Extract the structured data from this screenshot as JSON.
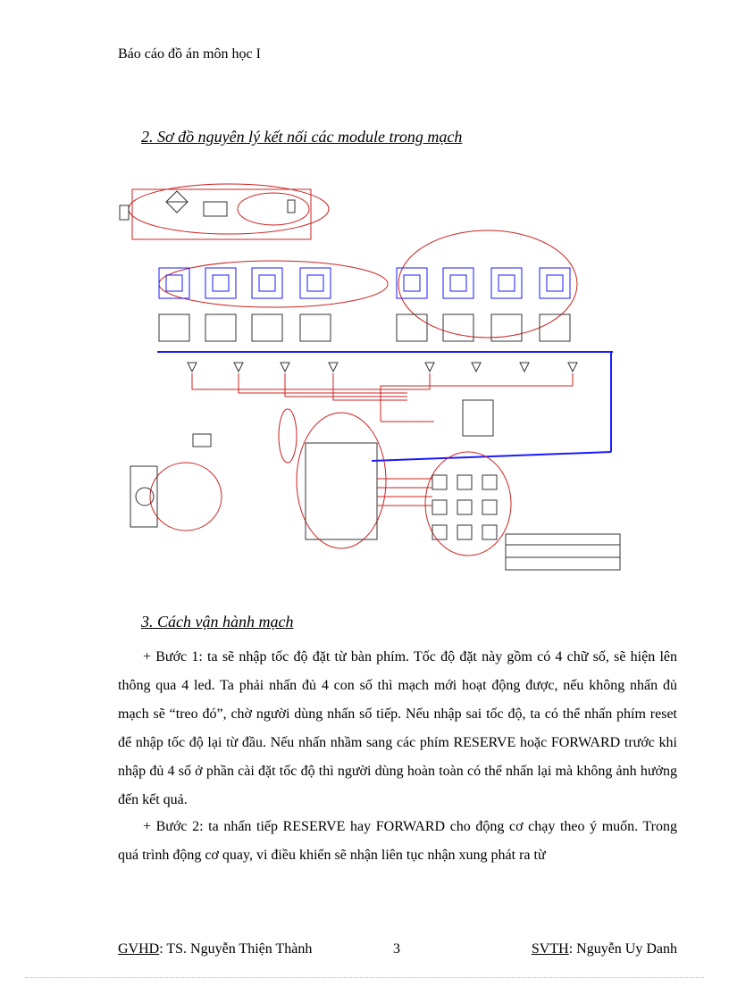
{
  "header": {
    "text": "Báo cáo đồ án môn học I"
  },
  "section2": {
    "title": "2. Sơ đồ nguyên lý kết nối các module trong mạch"
  },
  "section3": {
    "title": "3. Cách vận hành mạch"
  },
  "paragraphs": [
    "+ Bước 1:  ta sẽ nhập tốc độ đặt từ bàn phím. Tốc độ đặt này gồm có 4 chữ số, sẽ hiện lên thông qua 4 led. Ta phải nhấn đủ 4 con số thì mạch mới hoạt động được, nếu không nhấn đủ mạch sẽ “treo đó”, chờ người dùng nhấn số tiếp. Nếu nhập sai tốc độ, ta có thể nhấn phím reset để nhập tốc độ lại từ đầu. Nếu nhấn nhầm sang các phím RESERVE hoặc FORWARD trước khi nhập đủ 4 số ở phần cài đặt tốc độ thì người dùng hoàn toàn có thể nhấn lại mà không ảnh hưởng đến kết quả.",
    "+ Bước 2: ta nhấn tiếp RESERVE hay FORWARD cho động cơ chạy theo ý muốn. Trong quá trình động cơ quay, vi điều khiển sẽ nhận liên tục nhận xung phát ra từ"
  ],
  "footer": {
    "left_label": "GVHD",
    "left_value": ": TS. Nguyễn Thiện Thành",
    "page_number": "3",
    "right_label": "SVTH",
    "right_value": ": Nguyễn Uy Danh"
  },
  "colors": {
    "wire": "#1a1aff",
    "net": "#cc2222",
    "ink": "#000000"
  },
  "icons": [
    "seven-segment-icon",
    "motor-icon",
    "microcontroller-chip-icon",
    "bridge-rectifier-icon"
  ]
}
